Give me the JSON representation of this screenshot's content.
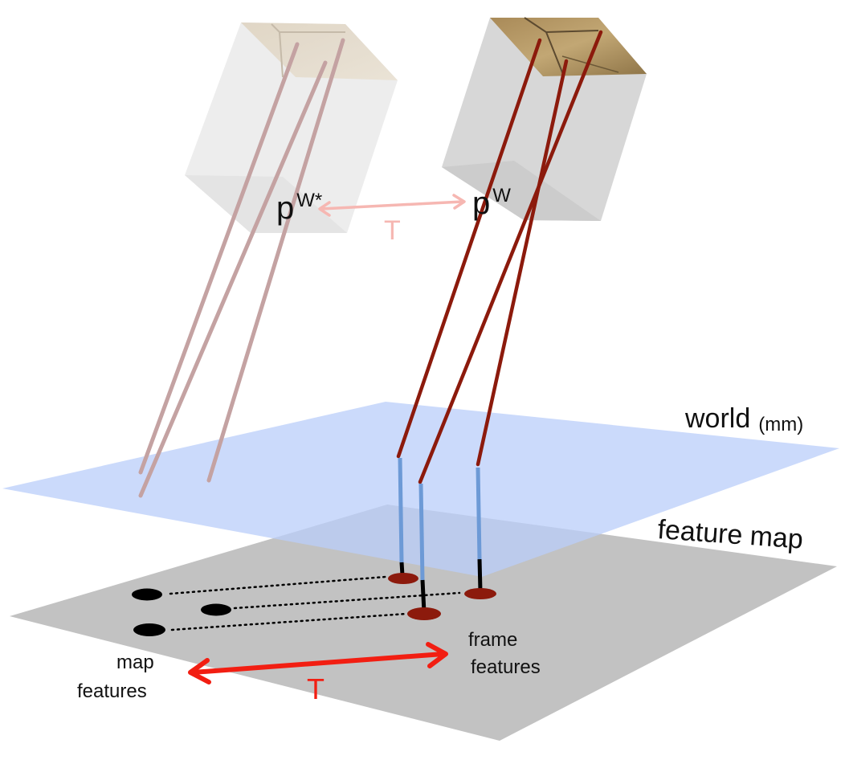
{
  "labels": {
    "world": "world",
    "world_unit": "(mm)",
    "feature_map": "feature map",
    "map_features": [
      "map",
      "features"
    ],
    "frame_features": [
      "frame",
      "features"
    ],
    "transform_bottom": "T",
    "transform_top": "T",
    "pose_current": "p",
    "pose_current_sup": "W",
    "pose_prev": "p",
    "pose_prev_sup": "W*"
  },
  "colors": {
    "world_plane": "#c5d6fb",
    "feature_plane": "#c2c2c2",
    "ray": "#8c1a0c",
    "ray_faded": "#c4a2a2",
    "world_segment": "#6d9ad6",
    "frame_feature": "#8c1a0c",
    "map_feature": "#000000",
    "transform_arrow": "#f21e12",
    "transform_arrow_faded": "#f6b7b2"
  }
}
